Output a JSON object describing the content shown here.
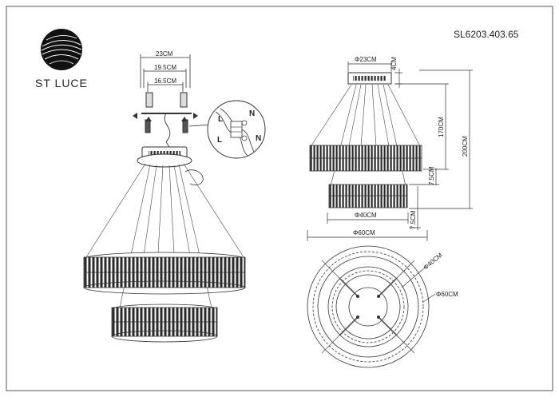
{
  "brand": {
    "name": "ST LUCE"
  },
  "model": "SL6203.403.65",
  "mount": {
    "width_outer": "23CM",
    "width_mid": "19.5CM",
    "width_inner": "16.5CM"
  },
  "wiring": {
    "live": "L",
    "neutral": "N"
  },
  "side_view": {
    "canopy_diameter": "Φ23CM",
    "canopy_height": "4CM",
    "cable_length": "170CM",
    "total_height": "200CM",
    "ring_gap": "7.5CM",
    "ring_height": "7.5CM",
    "small_ring": "Φ40CM",
    "large_ring": "Φ60CM"
  },
  "top_view": {
    "small_ring": "Φ40CM",
    "large_ring": "Φ60CM"
  }
}
